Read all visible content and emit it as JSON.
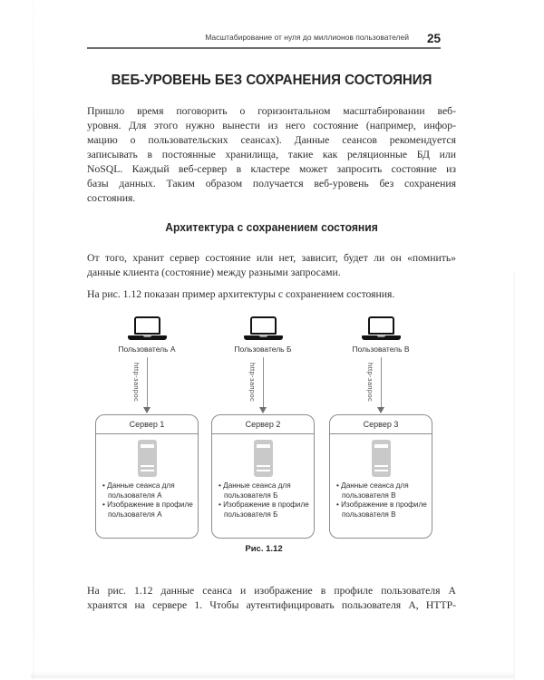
{
  "page": {
    "header": {
      "running_title": "Масштабирование от нуля до миллионов пользователей",
      "page_number": "25"
    },
    "title": "ВЕБ-УРОВЕНЬ БЕЗ СОХРАНЕНИЯ СОСТОЯНИЯ",
    "intro_paragraph": {
      "lines": [
        "Пришло время поговорить о горизонтальном масштабировании веб-",
        "уровня. Для этого нужно вынести из него состояние (например, инфор-",
        "мацию о пользовательских сеансах). Данные сеансов рекомендуется",
        "записывать в постоянные хранилища, такие как реляционные БД или",
        "NoSQL. Каждый веб-сервер в кластере может запросить состояние из",
        "базы данных. Таким образом получается веб-уровень без сохранения",
        "состояния."
      ]
    },
    "section_heading": "Архитектура с сохранением состояния",
    "paragraph_2": {
      "lines": [
        "От того, хранит сервер состояние или нет, зависит, будет ли он «помнить»",
        "данные клиента (состояние) между разными запросами."
      ]
    },
    "paragraph_3": {
      "lines": [
        "На рис. 1.12 показан пример архитектуры с сохранением состояния."
      ]
    },
    "figure": {
      "caption": "Рис. 1.12",
      "icons": {
        "user_device": "laptop-icon",
        "server": "server-tower-icon",
        "request": "down-arrow-icon"
      },
      "columns": [
        {
          "user_label": "Пользователь А",
          "arrow_label": "http-запрос",
          "server_title": "Сервер 1",
          "bullets": [
            "Данные сеанса для пользователя А",
            "Изображение в профиле пользователя А"
          ]
        },
        {
          "user_label": "Пользователь Б",
          "arrow_label": "http-запрос",
          "server_title": "Сервер 2",
          "bullets": [
            "Данные сеанса для пользователя Б",
            "Изображение в профиле пользователя Б"
          ]
        },
        {
          "user_label": "Пользователь В",
          "arrow_label": "http-запрос",
          "server_title": "Сервер 3",
          "bullets": [
            "Данные сеанса для пользователя В",
            "Изображение в профиле пользователя В"
          ]
        }
      ]
    },
    "closing_paragraph": {
      "lines": [
        "На рис. 1.12 данные сеанса и изображение в профиле пользователя А",
        "хранятся на сервере 1. Чтобы аутентифицировать пользователя А, HTTP-"
      ]
    }
  }
}
